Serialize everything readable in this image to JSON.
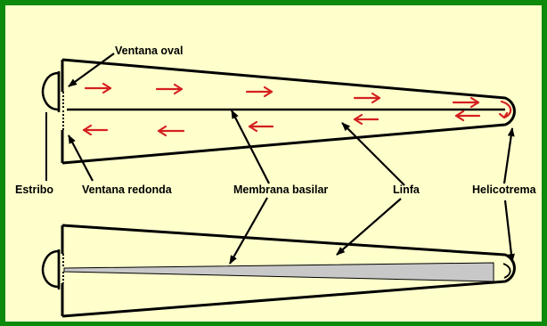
{
  "labels": {
    "oval_window": "Ventana oval",
    "stapes": "Estribo",
    "round_window": "Ventana redonda",
    "basilar_membrane": "Membrana basilar",
    "lymph": "Linfa",
    "helicotrema": "Helicotrema"
  },
  "colors": {
    "frame": "#0c8a0c",
    "background": "#ffffcc",
    "flow_arrow": "#d42020",
    "membrane_fill": "#c8c8c8",
    "line": "#000000"
  }
}
